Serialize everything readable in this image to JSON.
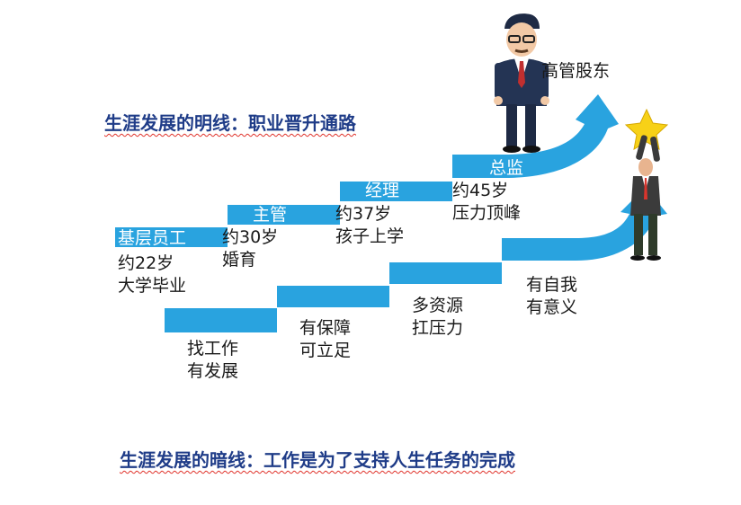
{
  "title_top": "生涯发展的明线：职业晋升通路",
  "title_bottom": "生涯发展的暗线：工作是为了支持人生任务的完成",
  "upper_levels": [
    {
      "name": "基层员工",
      "note1": "约22岁",
      "note2": "大学毕业"
    },
    {
      "name": "主管",
      "note1": "约30岁",
      "note2": "婚育"
    },
    {
      "name": "经理",
      "note1": "约37岁",
      "note2": "孩子上学"
    },
    {
      "name": "总监",
      "note1": "约45岁",
      "note2": "压力顶峰"
    }
  ],
  "top_label": "高管股东",
  "lower_notes": [
    {
      "line1": "找工作",
      "line2": "有发展"
    },
    {
      "line1": "有保障",
      "line2": "可立足"
    },
    {
      "line1": "多资源",
      "line2": "扛压力"
    },
    {
      "line1": "有自我",
      "line2": "有意义"
    }
  ],
  "colors": {
    "step": "#29a3df",
    "title": "#1f3c88",
    "underline": "#e0322a"
  },
  "icons": [
    "businessman-figure-icon",
    "man-holding-star-icon"
  ]
}
